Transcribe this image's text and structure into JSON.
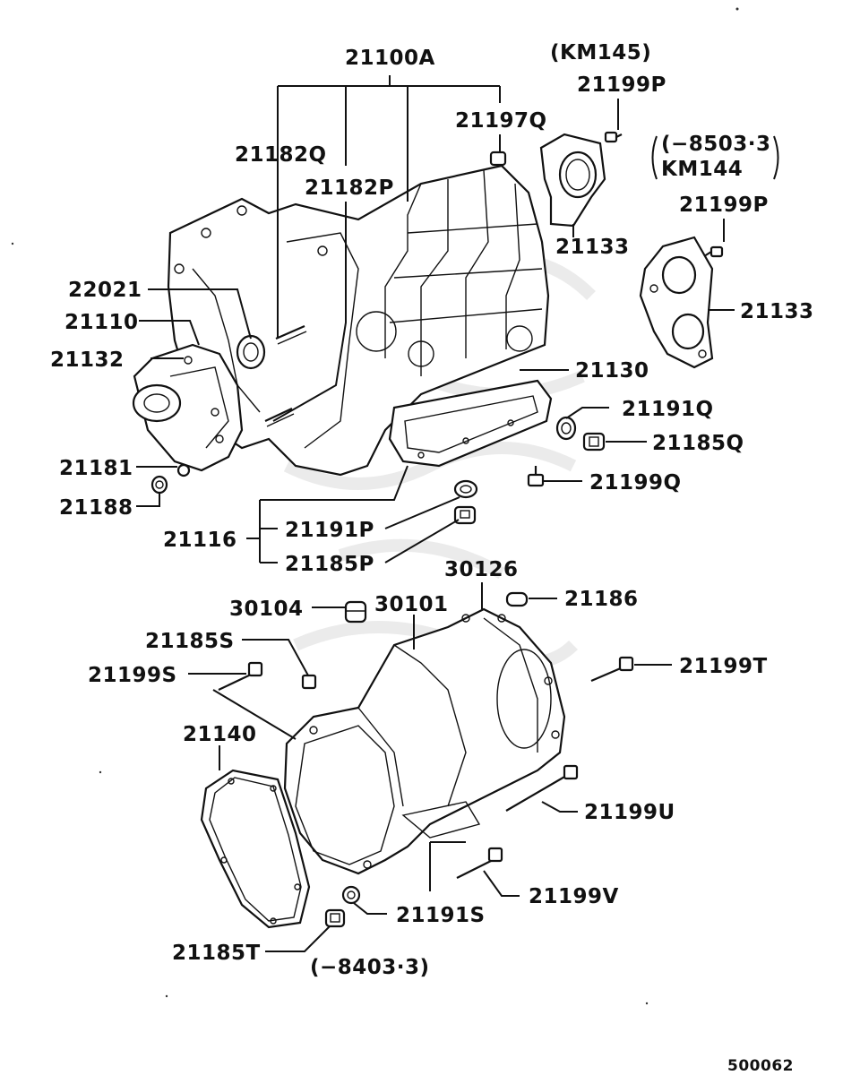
{
  "labels": {
    "main_case": "21100A",
    "km145": "(KM145)",
    "bolt_p_top": "21199P",
    "range": "(−8503·3",
    "km144": "KM144",
    "bolt_p_mid": "21199P",
    "plug_q": "21197Q",
    "stud_q": "21182Q",
    "stud_p": "21182P",
    "plate_upper": "21133",
    "plate_lower": "21133",
    "seal": "22021",
    "cover": "21110",
    "gasket_front": "21132",
    "cover_lower": "21130",
    "washer_q": "21191Q",
    "plug_185q": "21185Q",
    "bolt_q": "21199Q",
    "pin_181": "21181",
    "nut_188": "21188",
    "pan": "21116",
    "washer_p": "21191P",
    "plug_185p": "21185P",
    "ext_housing": "30126",
    "dowel": "21186",
    "breather": "30104",
    "ext_case": "30101",
    "plug_185s": "21185S",
    "bolt_s": "21199S",
    "bolt_t": "21199T",
    "gasket_rear": "21140",
    "bolt_u": "21199U",
    "bolt_v": "21199V",
    "washer_s": "21191S",
    "plug_185t": "21185T",
    "range_lower": "(−8403·3)",
    "fig_no": "500062"
  }
}
